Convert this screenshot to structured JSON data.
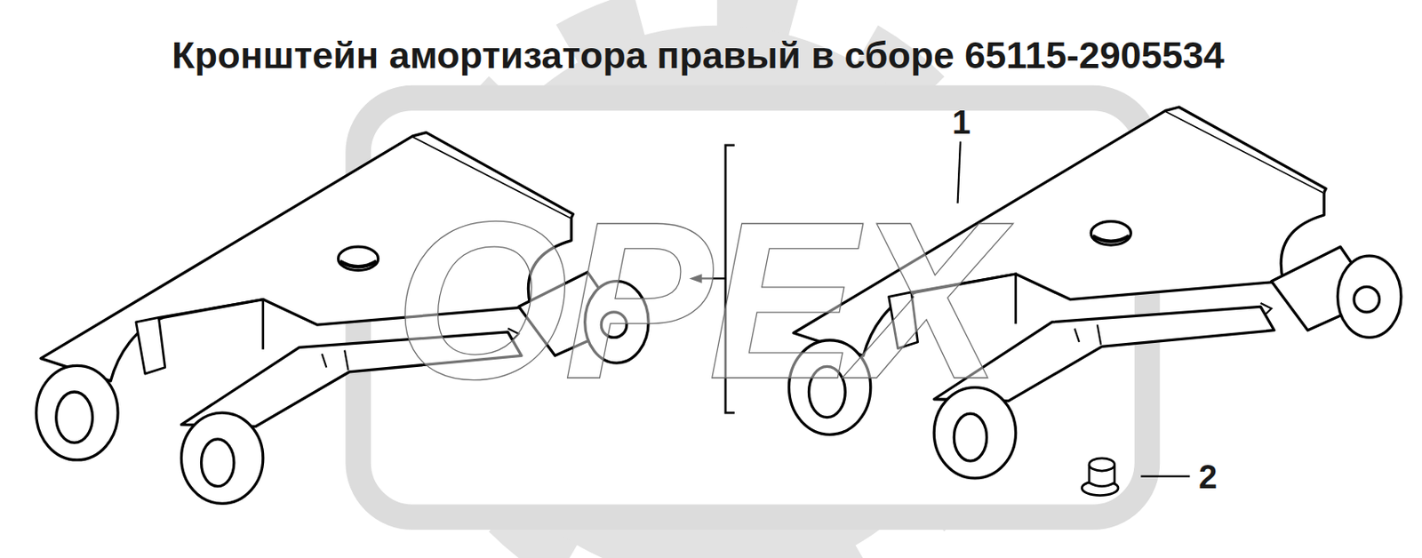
{
  "diagram": {
    "title": "Кронштейн амортизатора правый в сборе 65115-2905534",
    "labels": [
      "1",
      "2",
      "OPEX"
    ]
  }
}
